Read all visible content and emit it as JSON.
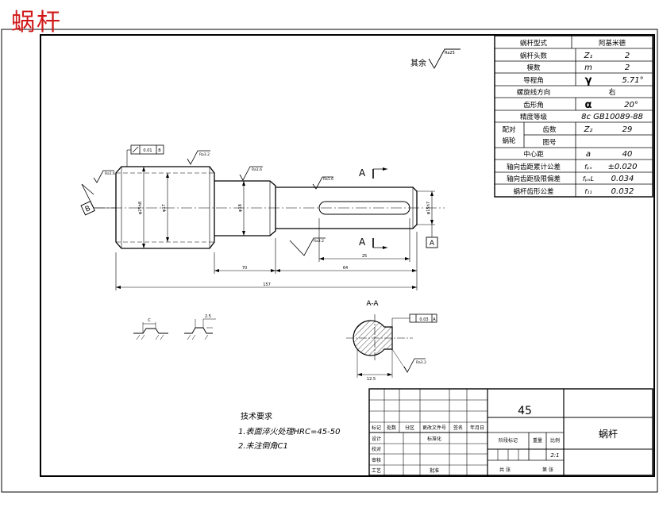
{
  "drawing_title": "蜗杆",
  "surface_finish_rest": {
    "label": "其余",
    "value": "Ra25"
  },
  "params": {
    "rows": [
      {
        "name": "蜗杆型式",
        "symbol": "",
        "value": "阿基米德"
      },
      {
        "name": "蜗杆头数",
        "symbol": "Z₁",
        "value": "2"
      },
      {
        "name": "模数",
        "symbol": "m",
        "value": "2"
      },
      {
        "name": "导程角",
        "symbol": "γ",
        "value": "5.71°"
      },
      {
        "name": "螺旋线方向",
        "symbol": "",
        "value": "右"
      },
      {
        "name": "齿形角",
        "symbol": "α",
        "value": "20°"
      },
      {
        "name": "精度等级",
        "symbol": "",
        "value": "8c GB10089-88"
      }
    ],
    "mating": {
      "group_label_1": "配对",
      "group_label_2": "蜗轮",
      "teeth_label": "齿数",
      "teeth_symbol": "Z₂",
      "teeth_value": "29",
      "drawing_no_label": "图号",
      "drawing_no_value": ""
    },
    "rows_bottom": [
      {
        "name": "中心距",
        "symbol": "a",
        "value": "40"
      },
      {
        "name": "轴向齿距累计公差",
        "symbol": "fₚₓ",
        "value": "±0.020"
      },
      {
        "name": "轴向齿距极限偏差",
        "symbol": "fₚₓL",
        "value": "0.034"
      },
      {
        "name": "蜗杆齿形公差",
        "symbol": "f₁₁",
        "value": "0.032"
      }
    ]
  },
  "dims": {
    "l_70": "70",
    "l_64": "64",
    "l_25": "25",
    "l_total": "157",
    "d_worm": "φ25h8",
    "d_root": "φ17",
    "d_journal": "φ18",
    "d_end": "φ15h7",
    "tol_frame_1": "0.01",
    "tol_frame_1_ref": "B",
    "tol_frame_2": "0.03",
    "tol_frame_2_ref": "A",
    "ra_top": "Ra3.2",
    "ra_left": "Ra1.6",
    "ra_journal": "Ra1.6",
    "ra_key": "Ra1.6",
    "ra_bottom": "Ra3.2",
    "ra_section": "Ra3.2",
    "detail_cc": "C",
    "detail_25": "2.5",
    "section_key_depth": "12.5"
  },
  "section": {
    "cut_label": "A",
    "view_label": "A-A",
    "datum_a": "A",
    "datum_b": "B"
  },
  "tech_req": {
    "title": "技术要求",
    "items": [
      "1.表面淬火处理HRC=45-50",
      "2.未注倒角C1"
    ]
  },
  "title_block": {
    "material": "45",
    "part_name": "蜗杆",
    "headers": [
      "标记",
      "处数",
      "分区",
      "更改文件号",
      "签名",
      "年月日"
    ],
    "roles": [
      "设计",
      "校对",
      "审核",
      "工艺"
    ],
    "std_label": "标准化",
    "approve_label": "批准",
    "stage_label": "阶段标记",
    "weight_label": "重量",
    "scale_label": "比例",
    "scale_value": "2:1",
    "sheet_total": "共 张",
    "sheet_no": "第 张"
  }
}
